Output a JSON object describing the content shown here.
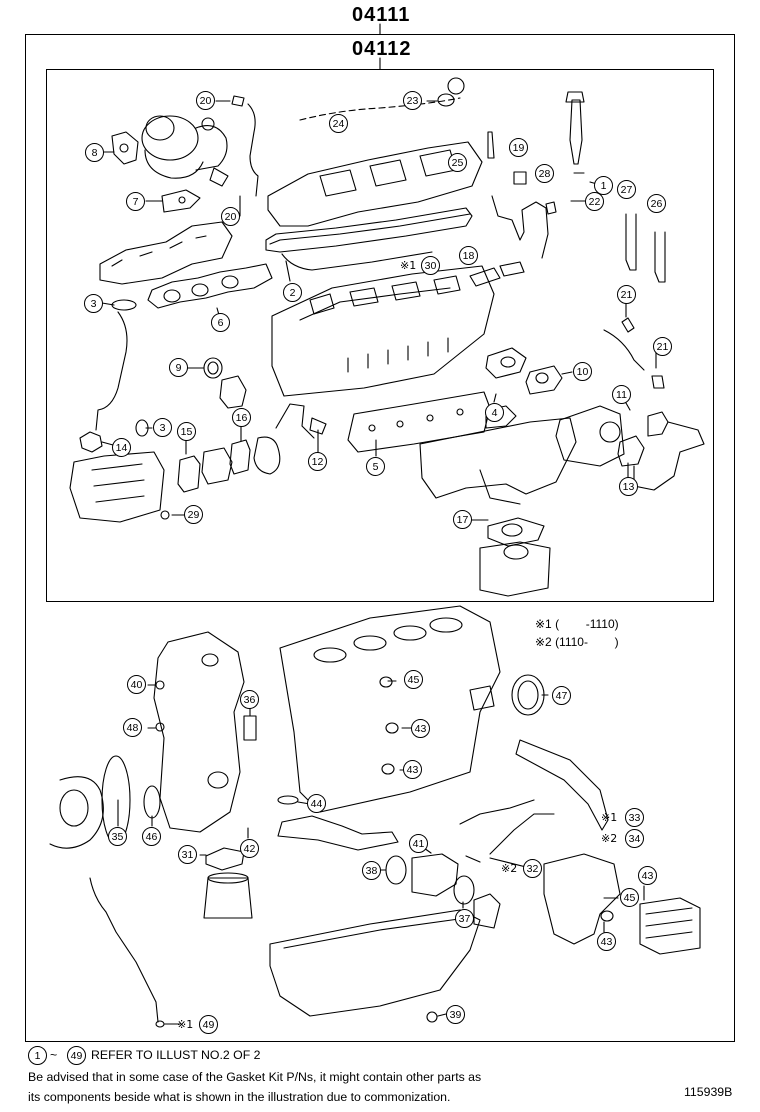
{
  "kit_outer": "04111",
  "kit_inner": "04112",
  "legend": {
    "line1": "※1 (        -1110)",
    "line2": "※2 (1110-        )"
  },
  "footer": {
    "refer_start": "1",
    "refer_tilde": "~",
    "refer_end": "49",
    "refer_text": "REFER TO ILLUST NO.2 OF 2",
    "advisory_line1": "Be advised that in some case of the Gasket Kit P/Ns,  it might contain other parts as",
    "advisory_line2": "its components beside what is shown in the illustration due to commonization.",
    "illustration_number": "115939B"
  },
  "callouts": [
    {
      "label": "20"
    },
    {
      "label": "23"
    },
    {
      "label": "24"
    },
    {
      "label": "8"
    },
    {
      "label": "25"
    },
    {
      "label": "19"
    },
    {
      "label": "28"
    },
    {
      "label": "1"
    },
    {
      "label": "27"
    },
    {
      "label": "7"
    },
    {
      "label": "20"
    },
    {
      "label": "22"
    },
    {
      "label": "26"
    },
    {
      "label": "30"
    },
    {
      "label": "18"
    },
    {
      "label": "2"
    },
    {
      "label": "3"
    },
    {
      "label": "6"
    },
    {
      "label": "21"
    },
    {
      "label": "9"
    },
    {
      "label": "21"
    },
    {
      "label": "10"
    },
    {
      "label": "11"
    },
    {
      "label": "4"
    },
    {
      "label": "16"
    },
    {
      "label": "3"
    },
    {
      "label": "15"
    },
    {
      "label": "14"
    },
    {
      "label": "12"
    },
    {
      "label": "5"
    },
    {
      "label": "13"
    },
    {
      "label": "29"
    },
    {
      "label": "17"
    },
    {
      "label": "40"
    },
    {
      "label": "45"
    },
    {
      "label": "47"
    },
    {
      "label": "36"
    },
    {
      "label": "48"
    },
    {
      "label": "43"
    },
    {
      "label": "43"
    },
    {
      "label": "44"
    },
    {
      "label": "33"
    },
    {
      "label": "35"
    },
    {
      "label": "46"
    },
    {
      "label": "42"
    },
    {
      "label": "41"
    },
    {
      "label": "34"
    },
    {
      "label": "31"
    },
    {
      "label": "38"
    },
    {
      "label": "32"
    },
    {
      "label": "43"
    },
    {
      "label": "45"
    },
    {
      "label": "37"
    },
    {
      "label": "43"
    },
    {
      "label": "39"
    },
    {
      "label": "49"
    }
  ],
  "marks": {
    "m30": "※1",
    "m33": "※1",
    "m34": "※2",
    "m32": "※2",
    "m49": "※1"
  }
}
